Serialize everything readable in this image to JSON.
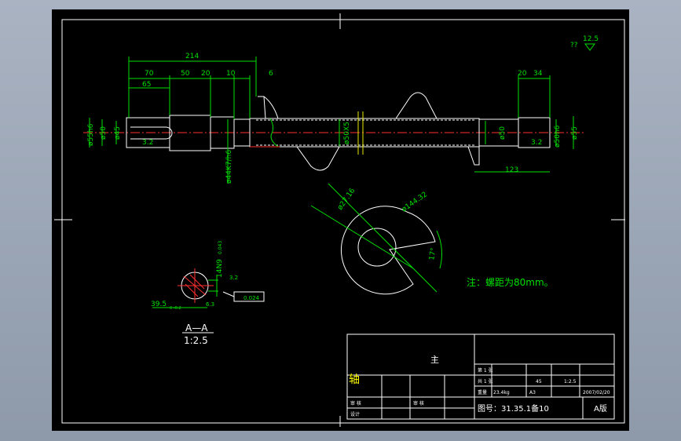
{
  "dimensions": {
    "overall_length": "214",
    "d70": "70",
    "d50": "50",
    "d20": "20",
    "d10": "10",
    "d6": "6",
    "d65": "65",
    "right_20": "20",
    "right_34": "34",
    "d123": "123",
    "dia_55h6_left": "ø55h6",
    "dia_50_left": "ø50",
    "dia_45": "ø45",
    "dia_44": "ø44K7/h6",
    "dia_50x5": "ø50X5",
    "dia_50_right": "ø50",
    "dia_50h6_right": "ø50h6",
    "dia_55_right": "ø55",
    "r_32": "3.2",
    "r_32_right": "3.2"
  },
  "roughness_note": "??",
  "roughness_value": "12.5",
  "flight": {
    "inner_dia": "ø27.16",
    "outer_dia": "ø144.32",
    "angle": "17°"
  },
  "note": "注：螺距为80mm。",
  "section": {
    "keyway": "14N9",
    "keyway_tol": "0.043",
    "depth": "39.5",
    "depth_tol": "0 -0.2",
    "rough": "3.2",
    "rough2": "6.3",
    "tolerance_box": "0.024",
    "label": "A—A",
    "scale": "1:2.5"
  },
  "title_block": {
    "name": "主",
    "part_name": "轴",
    "sheet": "第 1 张",
    "sheets_total": "共 1 张",
    "drawing_no": "图号：31.35.1备10",
    "material": "45",
    "scale": "1:2.5",
    "weight": "重量",
    "mass": "23.4kg",
    "paper": "A3",
    "date": "2007/02/20",
    "designer": "设计",
    "checker": "审 核",
    "approver": "审 核",
    "rev": "A版"
  }
}
